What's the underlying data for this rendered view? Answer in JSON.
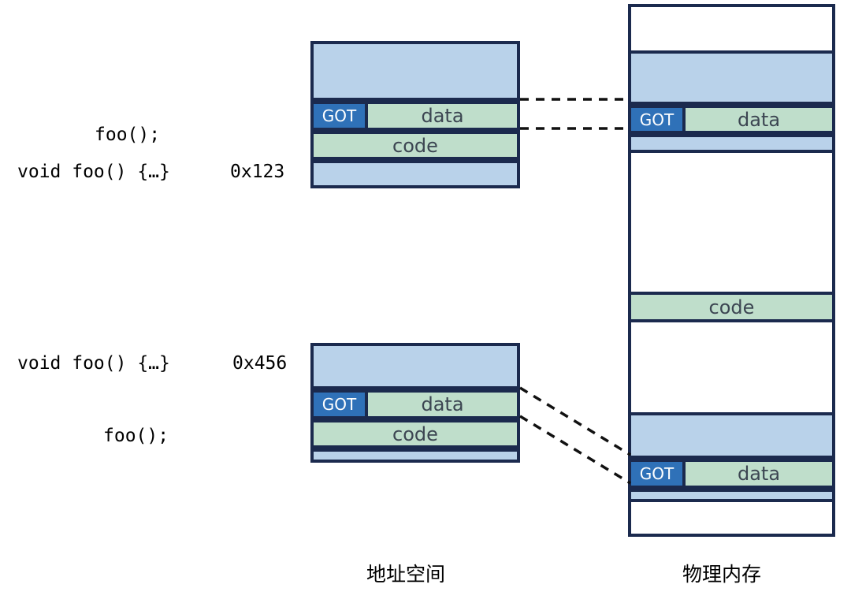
{
  "diagram": {
    "title_left": "地址空间",
    "title_right": "物理内存",
    "labels": {
      "foo_call": "foo();",
      "foo_def": "void foo() {…}",
      "addr_1": "0x123",
      "addr_2": "0x456"
    },
    "segment_names": {
      "got": "GOT",
      "data": "data",
      "code": "code"
    },
    "colors": {
      "blue_fill": "#b9d2ea",
      "green_fill": "#bfdecb",
      "got_fill": "#2f71b8",
      "stroke": "#1b2a4e",
      "white_fill": "#ffffff",
      "text": "#3c4652"
    },
    "address_space": {
      "process_1": {
        "bands": [
          {
            "kind": "blue",
            "label": ""
          },
          {
            "kind": "gotrow",
            "got": "GOT",
            "label": "data"
          },
          {
            "kind": "green",
            "label": "code"
          },
          {
            "kind": "blue",
            "label": ""
          }
        ]
      },
      "process_2": {
        "bands": [
          {
            "kind": "blue",
            "label": ""
          },
          {
            "kind": "gotrow",
            "got": "GOT",
            "label": "data"
          },
          {
            "kind": "green",
            "label": "code"
          },
          {
            "kind": "blue",
            "label": ""
          }
        ]
      }
    },
    "physical_memory": {
      "bands": [
        {
          "kind": "white",
          "label": ""
        },
        {
          "kind": "blue",
          "label": ""
        },
        {
          "kind": "gotrow",
          "got": "GOT",
          "label": "data"
        },
        {
          "kind": "blue",
          "label": ""
        },
        {
          "kind": "white",
          "label": ""
        },
        {
          "kind": "green",
          "label": "code"
        },
        {
          "kind": "white",
          "label": ""
        },
        {
          "kind": "blue",
          "label": ""
        },
        {
          "kind": "gotrow",
          "got": "GOT",
          "label": "data"
        },
        {
          "kind": "blue",
          "label": ""
        },
        {
          "kind": "white",
          "label": ""
        }
      ]
    },
    "connectors": [
      {
        "name": "proc1-data-top",
        "style": "dashed"
      },
      {
        "name": "proc1-data-bottom",
        "style": "dashed"
      },
      {
        "name": "proc2-data-top",
        "style": "dashed"
      },
      {
        "name": "proc2-data-bottom",
        "style": "dashed"
      }
    ]
  }
}
